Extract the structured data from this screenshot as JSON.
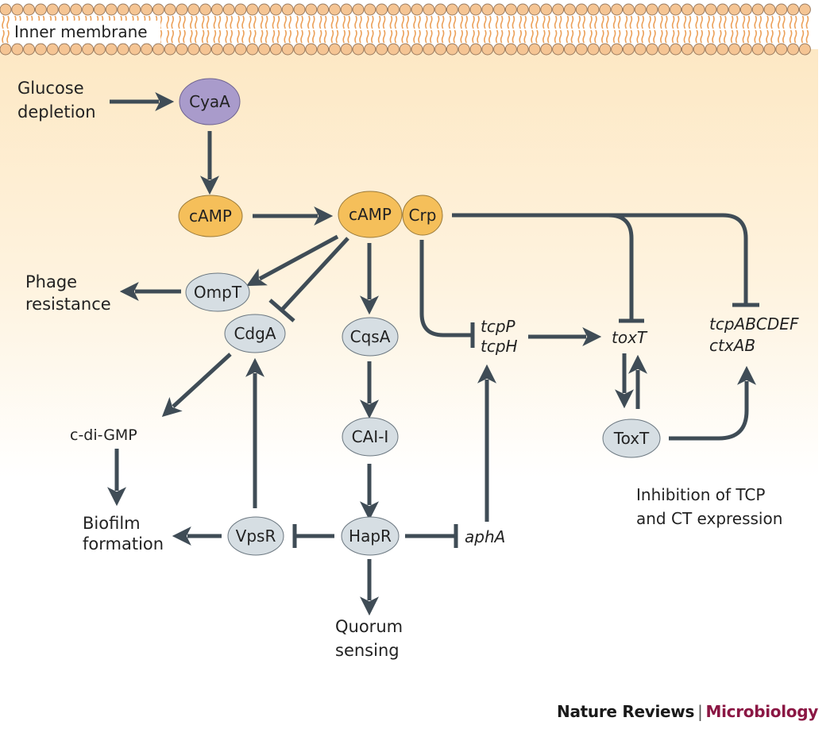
{
  "membrane": {
    "label": "Inner membrane"
  },
  "colors": {
    "membrane_head": "#f5c594",
    "membrane_head_stroke": "#9c7c60",
    "membrane_tail": "#eca15a",
    "cytoplasm_top": "#fde9c6",
    "cytoplasm_bottom": "#ffffff",
    "edge": "#3f4c56",
    "node_purple": "#a99bcb",
    "node_orange": "#f5bf5a",
    "node_grey": "#d6dee3",
    "journal_accent": "#8b1744"
  },
  "nodes": [
    {
      "id": "cyaa",
      "label": "CyaA",
      "style": "purple"
    },
    {
      "id": "camp1",
      "label": "cAMP",
      "style": "orange"
    },
    {
      "id": "camp2",
      "label": "cAMP",
      "style": "orange"
    },
    {
      "id": "crp",
      "label": "Crp",
      "style": "orange"
    },
    {
      "id": "ompt",
      "label": "OmpT",
      "style": "grey"
    },
    {
      "id": "cdga",
      "label": "CdgA",
      "style": "grey"
    },
    {
      "id": "cqsa",
      "label": "CqsA",
      "style": "grey"
    },
    {
      "id": "cai1",
      "label": "CAI-I",
      "style": "grey"
    },
    {
      "id": "hapr",
      "label": "HapR",
      "style": "grey"
    },
    {
      "id": "vpsr",
      "label": "VpsR",
      "style": "grey"
    },
    {
      "id": "toxt_protein",
      "label": "ToxT",
      "style": "grey"
    }
  ],
  "labels": {
    "glucose": [
      "Glucose",
      "depletion"
    ],
    "phage": [
      "Phage",
      "resistance"
    ],
    "cdigmp": "c-di-GMP",
    "biofilm": [
      "Biofilm",
      "formation"
    ],
    "quorum": [
      "Quorum",
      "sensing"
    ],
    "tcpp": "tcpP",
    "tcph": "tcpH",
    "toxt_gene": "toxT",
    "tcpabcdef": "tcpABCDEF",
    "ctxab": "ctxAB",
    "apha": "aphA",
    "inhibition": [
      "Inhibition of TCP",
      "and CT expression"
    ]
  },
  "edges": [
    {
      "from": "Glucose depletion",
      "to": "CyaA",
      "type": "activation"
    },
    {
      "from": "CyaA",
      "to": "cAMP",
      "type": "activation"
    },
    {
      "from": "cAMP",
      "to": "cAMP-Crp",
      "type": "activation"
    },
    {
      "from": "cAMP-Crp",
      "to": "OmpT",
      "type": "activation"
    },
    {
      "from": "cAMP-Crp",
      "to": "CdgA",
      "type": "inhibition"
    },
    {
      "from": "cAMP-Crp",
      "to": "CqsA",
      "type": "activation"
    },
    {
      "from": "cAMP-Crp",
      "to": "tcpP/tcpH",
      "type": "inhibition"
    },
    {
      "from": "cAMP-Crp",
      "to": "toxT",
      "type": "inhibition"
    },
    {
      "from": "cAMP-Crp",
      "to": "tcpABCDEF/ctxAB",
      "type": "inhibition"
    },
    {
      "from": "OmpT",
      "to": "Phage resistance",
      "type": "activation"
    },
    {
      "from": "CdgA",
      "to": "c-di-GMP",
      "type": "activation"
    },
    {
      "from": "c-di-GMP",
      "to": "Biofilm formation",
      "type": "activation"
    },
    {
      "from": "VpsR",
      "to": "CdgA",
      "type": "activation"
    },
    {
      "from": "VpsR",
      "to": "Biofilm formation",
      "type": "activation"
    },
    {
      "from": "CqsA",
      "to": "CAI-I",
      "type": "activation"
    },
    {
      "from": "CAI-I",
      "to": "HapR",
      "type": "activation"
    },
    {
      "from": "HapR",
      "to": "VpsR",
      "type": "inhibition"
    },
    {
      "from": "HapR",
      "to": "aphA",
      "type": "inhibition"
    },
    {
      "from": "HapR",
      "to": "Quorum sensing",
      "type": "activation"
    },
    {
      "from": "aphA",
      "to": "tcpP/tcpH",
      "type": "activation"
    },
    {
      "from": "tcpP/tcpH",
      "to": "toxT",
      "type": "activation"
    },
    {
      "from": "toxT",
      "to": "ToxT",
      "type": "activation"
    },
    {
      "from": "ToxT",
      "to": "toxT",
      "type": "activation"
    },
    {
      "from": "ToxT",
      "to": "tcpABCDEF/ctxAB",
      "type": "activation"
    }
  ],
  "credit": {
    "journal": "Nature Reviews",
    "separator": "|",
    "subject": "Microbiology"
  }
}
